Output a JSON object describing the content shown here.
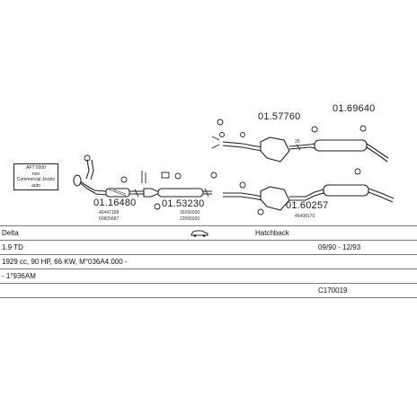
{
  "diagram": {
    "part_labels": {
      "p1": "01.16480",
      "p2": "01.53230",
      "p3": "01.57760",
      "p4": "01.69640",
      "p5": "01.60257"
    },
    "small_codes": {
      "c1": "46447188",
      "c2": "60805687",
      "c3": "30266930",
      "c4": "22065930",
      "c5": "46408170",
      "c6": "25"
    },
    "note_box": [
      "AFT 0000",
      "non",
      "Commercial Jezzio",
      "auto"
    ]
  },
  "table": {
    "model": "Delta",
    "body": "Hatchback",
    "engine": "1.9 TD",
    "years": "09/90 - 12/93",
    "specs": "1929 cc, 90 HP, 66 KW, M°036A4.000 -",
    "note": "- 1°936AM",
    "code": "C170019"
  }
}
